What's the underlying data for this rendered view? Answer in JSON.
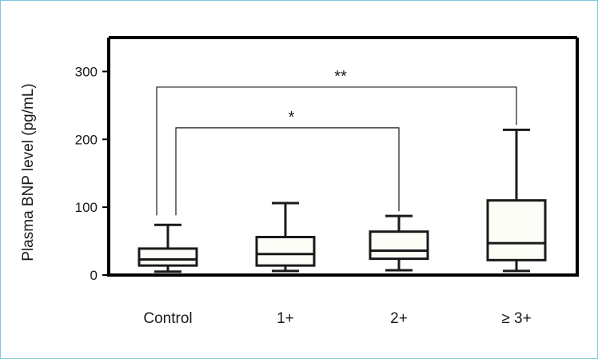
{
  "chart_data": {
    "type": "boxplot",
    "title": "",
    "xlabel": "",
    "ylabel": "Plasma BNP level  (pg/mL)",
    "ylim": [
      0,
      350
    ],
    "yticks": [
      0,
      100,
      200,
      300
    ],
    "ytick_labels": [
      "0",
      "100",
      "200",
      "300"
    ],
    "categories": [
      "Control",
      "1+",
      "2+",
      "≥ 3+"
    ],
    "boxes": [
      {
        "min": 5,
        "q1": 14,
        "median": 23,
        "q3": 39,
        "max": 74
      },
      {
        "min": 6,
        "q1": 14,
        "median": 31,
        "q3": 56,
        "max": 106
      },
      {
        "min": 7,
        "q1": 24,
        "median": 36,
        "q3": 64,
        "max": 87
      },
      {
        "min": 6,
        "q1": 22,
        "median": 47,
        "q3": 110,
        "max": 214
      }
    ],
    "significance": [
      {
        "from": "Control",
        "to": "2+",
        "label": "*",
        "y": 217
      },
      {
        "from": "Control",
        "to": "≥ 3+",
        "label": "**",
        "y": 277
      }
    ],
    "grid": false,
    "legend": "none"
  },
  "colors": {
    "frame_border": "#7fc8dc",
    "axis": "#000000",
    "box_stroke": "#1a1a1a",
    "box_fill": "#fdfdf8"
  }
}
